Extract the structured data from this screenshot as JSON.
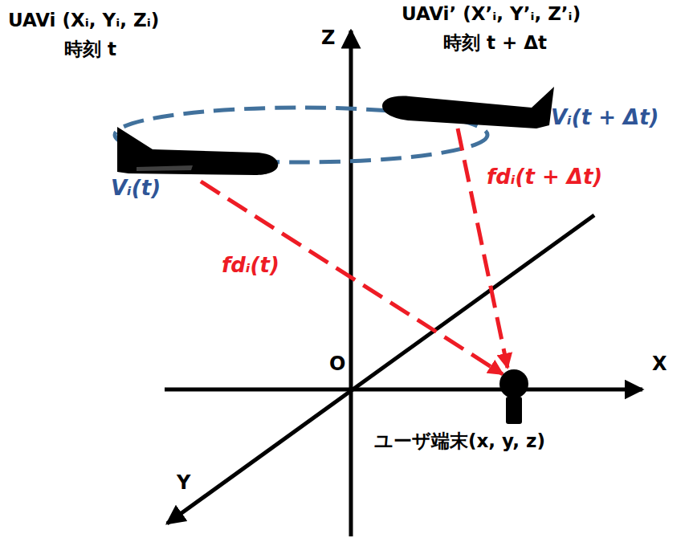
{
  "diagram": {
    "labels": [
      "UAVi (Xᵢ, Yᵢ, Zᵢ)",
      "時刻 t",
      "UAVi’ (X’ᵢ, Y’ᵢ, Z’ᵢ)",
      "時刻 t + Δt",
      "Z",
      "X",
      "Y",
      "O",
      "Vᵢ(t)",
      "Vᵢ(t + Δt)",
      "fdᵢ(t)",
      "fdᵢ(t + Δt)",
      "ユーザ端末(x, y, z)"
    ]
  }
}
